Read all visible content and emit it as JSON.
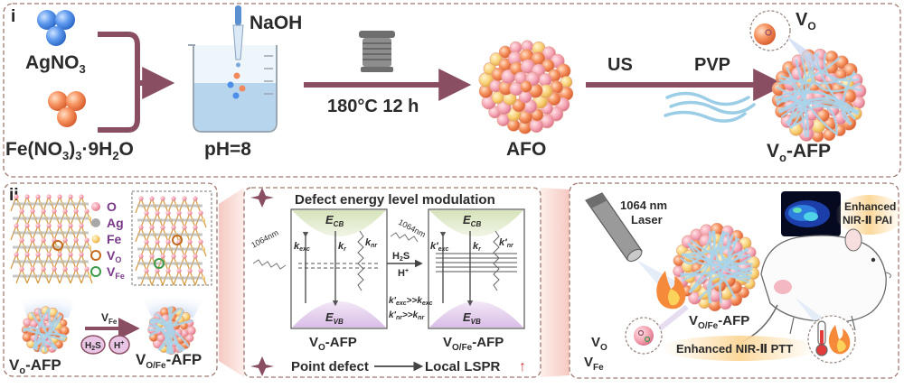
{
  "panel_i": {
    "label": "i",
    "agno3": {
      "main": "AgNO",
      "sub": "3"
    },
    "fe_nitrate": {
      "part1": "Fe(NO",
      "sub1": "3",
      "part2": ")",
      "sub2": "3",
      "part3": "·9H",
      "sub3": "2",
      "part4": "O"
    },
    "naoh": "NaOH",
    "ph": "pH=8",
    "condition": "180°C 12 h",
    "afo": "AFO",
    "us": "US",
    "pvp": "PVP",
    "vo_small": {
      "main": "V",
      "sub": "O"
    },
    "vo_afp": {
      "main": "V",
      "sub": "o",
      "rest": "-AFP"
    }
  },
  "panel_ii": {
    "label": "ii",
    "legend": {
      "o": "O",
      "ag": "Ag",
      "fe": "Fe",
      "vo_main": "V",
      "vo_sub": "O",
      "vfe_main": "V",
      "vfe_sub": "Fe"
    },
    "vo_afp": {
      "main": "V",
      "sub": "o",
      "rest": "-AFP"
    },
    "arrow_v": {
      "main": "V",
      "sub": "Fe"
    },
    "h2s": {
      "main": "H",
      "sub": "2",
      "rest": "S"
    },
    "hplus": {
      "main": "H",
      "sup": "+"
    },
    "vofe_afp": {
      "main": "V",
      "sub": "O/Fe",
      "rest": "-AFP"
    }
  },
  "panel_mid": {
    "title": "Defect energy level modulation",
    "ecb": {
      "main": "E",
      "sub": "CB"
    },
    "evb": {
      "main": "E",
      "sub": "VB"
    },
    "nm1064": "1064nm",
    "k_exc": {
      "main": "k",
      "sub": "exc"
    },
    "k_r": {
      "main": "k",
      "sub": "r"
    },
    "k_nr": {
      "main": "k",
      "sub": "nr"
    },
    "k_exc_p": {
      "main": "k'",
      "sub": "exc"
    },
    "k_r_p": {
      "main": "k",
      "sub": "r"
    },
    "k_nr_p": {
      "main": "k'",
      "sub": "nr"
    },
    "h2s": {
      "main": "H",
      "sub": "2",
      "rest": "S"
    },
    "hplus": {
      "main": "H",
      "sup": "+"
    },
    "ineq1": {
      "a": "k'",
      "as": "exc",
      "op": ">>k",
      "bs": "exc"
    },
    "ineq2": {
      "a": "k'",
      "as": "nr",
      "op": ">>k",
      "bs": "nr"
    },
    "left_caption": {
      "main": "V",
      "sub": "O",
      "rest": "-AFP"
    },
    "right_caption": {
      "main": "V",
      "sub": "O/Fe",
      "rest": "-AFP"
    },
    "point_defect": "Point defect",
    "local_lspr": "Local LSPR",
    "up_arrow": "↑"
  },
  "panel_right": {
    "laser_line1": "1064 nm",
    "laser_line2": "Laser",
    "pai_line1": "Enhanced",
    "pai_line2": "NIR-Ⅱ PAI",
    "vofe_afp": {
      "main": "V",
      "sub": "O/Fe",
      "rest": "-AFP"
    },
    "ptt": "Enhanced NIR-Ⅱ PTT",
    "vo": {
      "main": "V",
      "sub": "O"
    },
    "vfe": {
      "main": "V",
      "sub": "Fe"
    }
  },
  "colors": {
    "arrow": "#8a4e63",
    "border": "#a07a70",
    "blue_sphere": "#4d8ee8",
    "orange_sphere": "#f08a5d",
    "text": "#2b2b2b",
    "cb_band": "#e3ecd0",
    "vb_band": "#e6d3ee"
  }
}
